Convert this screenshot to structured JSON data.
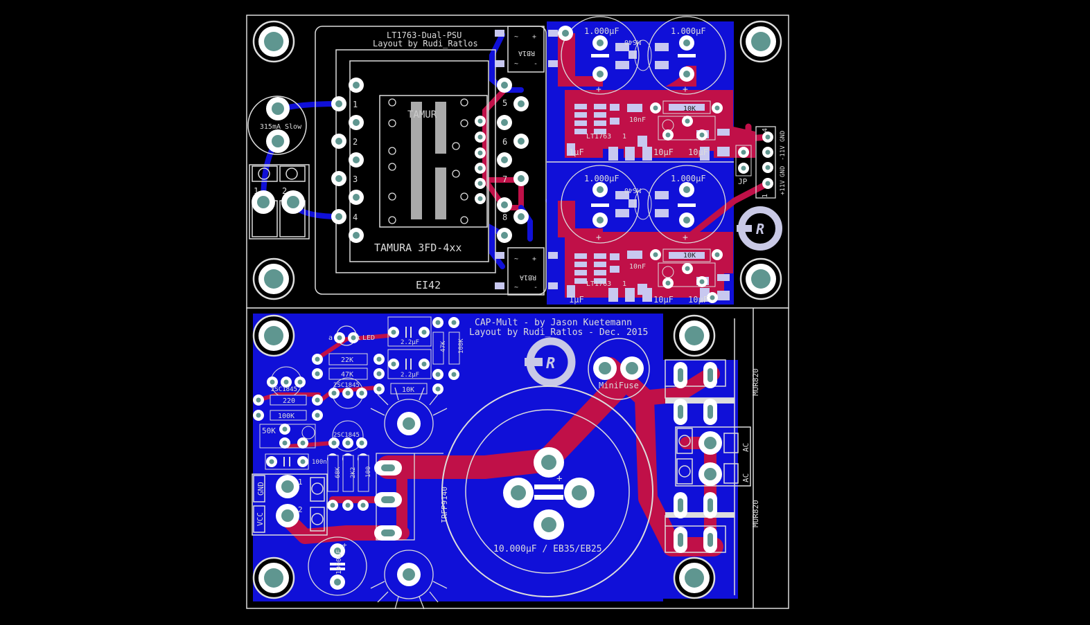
{
  "colors": {
    "background": "#000000",
    "copper_bottom": "#1010d8",
    "copper_top": "#c01048",
    "silkscreen": "#dcdcdc",
    "pad": "#ffffff",
    "drill": "#5f9690",
    "smd_pad": "#c8c8f0"
  },
  "psu_board": {
    "title": "LT1763-Dual-PSU",
    "author": "Layout by Rudi_Ratlos",
    "fuse_label": "315mA Slow",
    "transformer_label": "TAMURA 3FD-4xx",
    "transformer_partial": "TAMUR",
    "core_label": "EI42",
    "transformer_pins": [
      "1",
      "2",
      "3",
      "4",
      "5",
      "6",
      "7",
      "8"
    ],
    "terminal_labels": [
      "1",
      "2"
    ],
    "rectifier_label": "RB1A",
    "cap_label": "1.000µF",
    "diode_label": "MS40",
    "regulator_label": "LT1763",
    "reg_pin": "1",
    "resistor_label": "10K",
    "cap_10nf": "10nF",
    "cap_1uf": "1µF",
    "cap_10uf": "10µF",
    "plus": "+",
    "minus": "-",
    "tilde": "~",
    "connector_labels": [
      "+11V",
      "GND",
      "-11V",
      "GND"
    ],
    "connector_pins": [
      "1",
      "4"
    ],
    "jumper_label": "JP"
  },
  "capmult_board": {
    "title": "CAP-Mult - by Jason Kuetemann",
    "author": "Layout by Rudi_Ratlos - Dec. 2015",
    "led_label": "LED",
    "led_pins": [
      "a",
      "k"
    ],
    "res_22k": "22K",
    "res_47k": "47K",
    "res_47k_vertical": "47K",
    "res_100k_vertical": "100K",
    "res_220": "220",
    "res_100k": "100K",
    "res_10k": "10K",
    "res_68k": "68K",
    "res_2k2": "2K2",
    "res_100": "100",
    "transistor_label": "2SC1845",
    "cap_2u2": "2.2µF",
    "pot_label": "50K",
    "cap_100nf": "100nF",
    "mosfet_label": "IRFP9140",
    "main_cap_label": "10.000µF / EB35/EB25",
    "cap_1000uf": "1000µF",
    "fuse_label": "MiniFuse",
    "diode_label": "MUR820",
    "ac_label": "AC",
    "gnd_label": "GND",
    "vcc_label": "VCC",
    "terminal_labels": [
      "1",
      "2"
    ],
    "plus": "+"
  },
  "logo_letter": "R"
}
